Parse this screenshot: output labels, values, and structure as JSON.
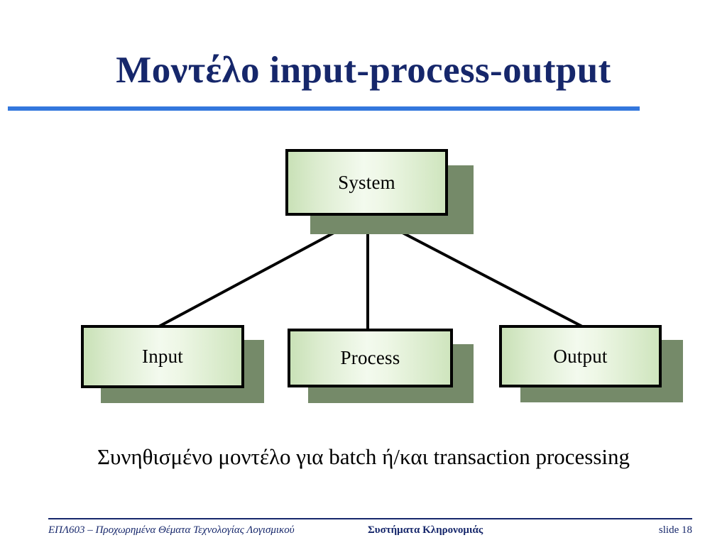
{
  "slide": {
    "title": "Μοντέλο input-process-output",
    "caption": "Συνηθισμένο μοντέλο για batch ή/και transaction processing",
    "accent_color": "#3377dd",
    "title_color": "#16276b",
    "background_color": "#ffffff"
  },
  "diagram": {
    "type": "hierarchy",
    "connector_color": "#000000",
    "node_border_color": "#000000",
    "node_shadow_color": "#758a69",
    "node_fill_light": "#f3faee",
    "node_fill_edge": "#c9e1b7",
    "nodes": [
      {
        "id": "system",
        "label": "System"
      },
      {
        "id": "input",
        "label": "Input"
      },
      {
        "id": "process",
        "label": "Process"
      },
      {
        "id": "output",
        "label": "Output"
      }
    ],
    "edges": [
      {
        "from": "system",
        "to": "input"
      },
      {
        "from": "system",
        "to": "process"
      },
      {
        "from": "system",
        "to": "output"
      }
    ]
  },
  "footer": {
    "course": "ΕΠΛ603 – Προχωρημένα Θέματα Τεχνολογίας Λογισμικού",
    "topic": "Συστήματα Κληρονομιάς",
    "slide_number": "slide 18",
    "color": "#16276b"
  }
}
